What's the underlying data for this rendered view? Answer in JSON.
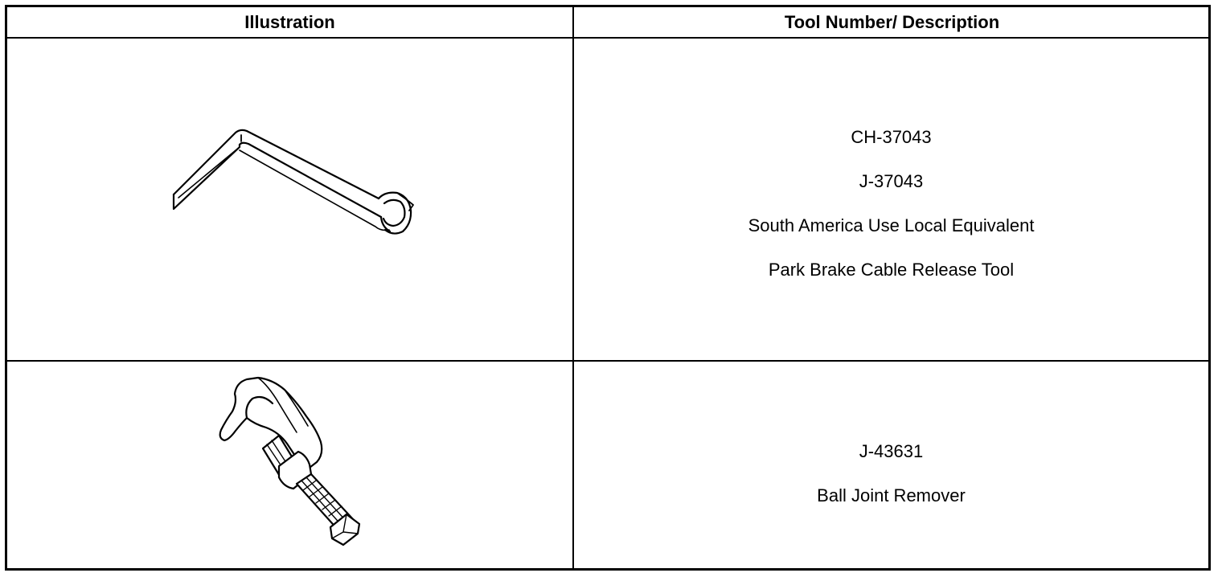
{
  "header": {
    "col_illustration": "Illustration",
    "col_tool": "Tool Number/ Description"
  },
  "rows": [
    {
      "icon": "park-brake-cable-release-tool-icon",
      "lines": [
        "CH-37043",
        "J-37043",
        "South America Use Local Equivalent",
        "Park Brake Cable Release Tool"
      ]
    },
    {
      "icon": "ball-joint-remover-icon",
      "lines": [
        "J-43631",
        "Ball Joint Remover"
      ]
    }
  ]
}
